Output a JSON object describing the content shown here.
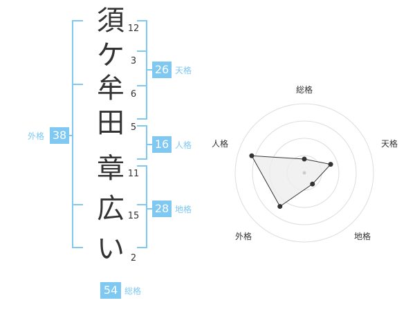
{
  "name": {
    "characters": [
      {
        "char": "須",
        "strokes": "12"
      },
      {
        "char": "ケ",
        "strokes": "3"
      },
      {
        "char": "牟",
        "strokes": "6"
      },
      {
        "char": "田",
        "strokes": "5"
      },
      {
        "char": "章",
        "strokes": "11"
      },
      {
        "char": "広",
        "strokes": "15"
      },
      {
        "char": "い",
        "strokes": "2"
      }
    ]
  },
  "fortunes": {
    "tenkaku": {
      "value": "26",
      "label": "天格"
    },
    "jinkaku": {
      "value": "16",
      "label": "人格"
    },
    "chikaku": {
      "value": "28",
      "label": "地格"
    },
    "gaikaku": {
      "value": "38",
      "label": "外格"
    },
    "soukaku": {
      "value": "54",
      "label": "総格"
    }
  },
  "radar": {
    "axes": [
      "総格",
      "天格",
      "地格",
      "外格",
      "人格"
    ],
    "levels": 4,
    "values": [
      1,
      2,
      1,
      3,
      4
    ],
    "max": 5,
    "colors": {
      "grid": "#dddddd",
      "fill": "#eeeeee",
      "line": "#333333",
      "point": "#333333"
    }
  },
  "colors": {
    "accent": "#7ec8f2"
  }
}
